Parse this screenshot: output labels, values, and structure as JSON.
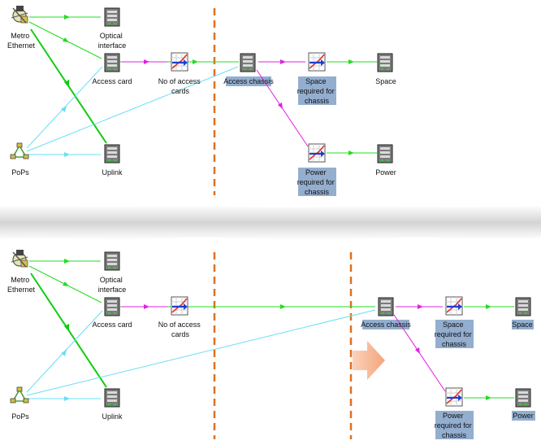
{
  "colors": {
    "green": "#22dd22",
    "green_bold": "#11cc11",
    "cyan": "#66e0f5",
    "magenta": "#e020e0",
    "divider": "#e07020",
    "highlight": "#93aecf",
    "arrow_shape": "#f6b48e"
  },
  "icons": {
    "metro": "network-node-icon",
    "pops": "pops-network-icon",
    "chassis": "chassis-icon",
    "chart": "chart-icon"
  },
  "top": {
    "metro_ethernet": [
      "Metro",
      "Ethernet"
    ],
    "pops": [
      "PoPs"
    ],
    "optical_interface": [
      "Optical",
      "interface"
    ],
    "access_card": [
      "Access card"
    ],
    "uplink": [
      "Uplink"
    ],
    "no_of_access_cards": [
      "No of access",
      "cards"
    ],
    "access_chassis": [
      "Access chassis"
    ],
    "space_required": [
      "Space",
      "required for",
      "chassis"
    ],
    "power_required": [
      "Power",
      "required for",
      "chassis"
    ],
    "space": [
      "Space"
    ],
    "power": [
      "Power"
    ]
  },
  "bottom": {
    "metro_ethernet": [
      "Metro",
      "Ethernet"
    ],
    "pops": [
      "PoPs"
    ],
    "optical_interface": [
      "Optical",
      "interface"
    ],
    "access_card": [
      "Access card"
    ],
    "uplink": [
      "Uplink"
    ],
    "no_of_access_cards": [
      "No of access",
      "cards"
    ],
    "access_chassis": [
      "Access chassis"
    ],
    "space_required": [
      "Space",
      "required for",
      "chassis"
    ],
    "power_required": [
      "Power",
      "required for",
      "chassis"
    ],
    "space": [
      "Space"
    ],
    "power": [
      "Power"
    ]
  }
}
